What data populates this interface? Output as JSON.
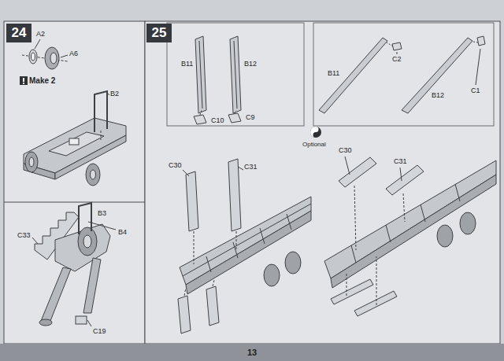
{
  "diagram": {
    "nodes": [
      {
        "text": [
          "24"
        ]
      },
      {
        "text": [
          "25"
        ]
      },
      {
        "text": [
          "13"
        ]
      }
    ],
    "labels": [
      "A2",
      "A6",
      "Make 2",
      "B2",
      "B3",
      "B4",
      "C33",
      "C19",
      "B11",
      "B12",
      "C10",
      "C9",
      "B11",
      "C2",
      "C1",
      "B12",
      "Optional",
      "C30",
      "C31",
      "C30",
      "C31"
    ]
  }
}
